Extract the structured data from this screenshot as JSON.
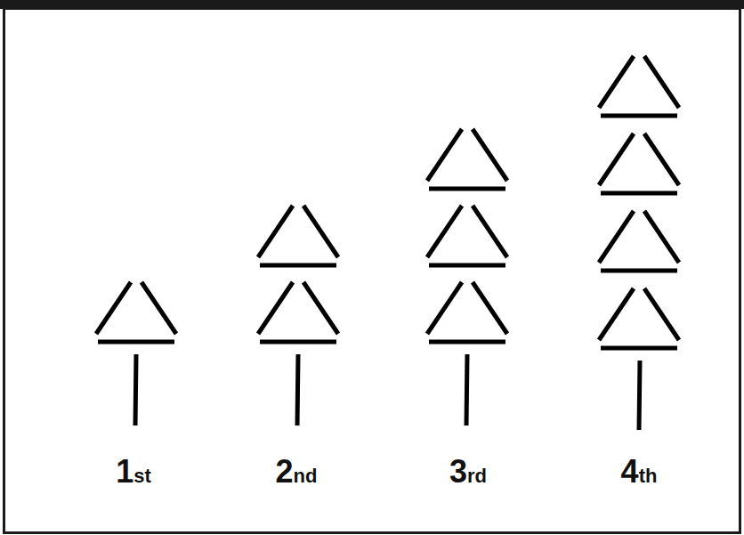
{
  "diagram": {
    "labels": [
      "1st",
      "2nd",
      "3rd",
      "4th"
    ]
  }
}
